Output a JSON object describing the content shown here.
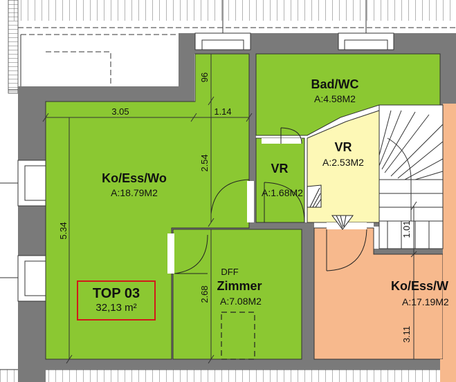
{
  "colors": {
    "green": "#8bc832",
    "yellow": "#fdf8b6",
    "orange": "#f7b98d",
    "wall": "#7a7a7a",
    "label_frame": "#d11a1a"
  },
  "rooms": {
    "living": {
      "name": "Ko/Ess/Wo",
      "area": "A:18.79M2"
    },
    "bath": {
      "name": "Bad/WC",
      "area": "A:4.58M2"
    },
    "hall_big": {
      "name": "VR",
      "area": "A:2.53M2"
    },
    "hall_small": {
      "name": "VR",
      "area": "A:1.68M2"
    },
    "bedroom": {
      "name": "Zimmer",
      "area": "A:7.08M2",
      "note": "DFF"
    },
    "neighbor": {
      "name": "Ko/Ess/W",
      "area": "A:17.19M2"
    }
  },
  "dimensions": {
    "d305": "3.05",
    "d114": "1.14",
    "d96": "96",
    "d254": "2.54",
    "d534": "5.34",
    "d268": "2.68",
    "d101": "1.01",
    "d311": "3.11"
  },
  "unit_label": {
    "title": "TOP 03",
    "area": "32,13 m²"
  }
}
